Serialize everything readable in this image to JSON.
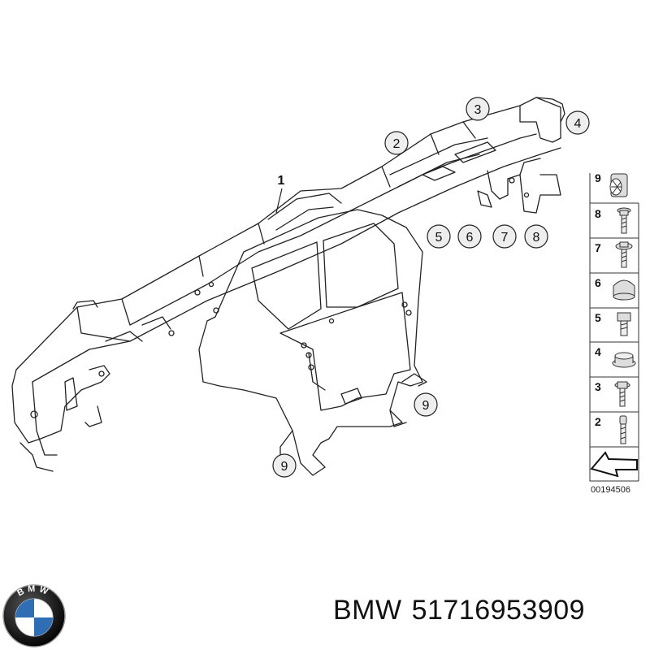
{
  "callouts": [
    {
      "label": "1"
    },
    {
      "label": "2"
    },
    {
      "label": "3"
    },
    {
      "label": "4"
    },
    {
      "label": "5"
    },
    {
      "label": "6"
    },
    {
      "label": "7"
    },
    {
      "label": "8"
    },
    {
      "label": "9"
    },
    {
      "label": "9"
    }
  ],
  "parts_legend": [
    {
      "number": "9"
    },
    {
      "number": "8"
    },
    {
      "number": "7"
    },
    {
      "number": "6"
    },
    {
      "number": "5"
    },
    {
      "number": "4"
    },
    {
      "number": "3"
    },
    {
      "number": "2"
    }
  ],
  "drawing_code": "00194506",
  "caption": {
    "brand": "BMW",
    "part_number": "51716953909"
  },
  "logo": {
    "text": "BMW",
    "colors": {
      "blue": "#2f6db5",
      "white": "#ffffff",
      "black": "#111111"
    }
  }
}
